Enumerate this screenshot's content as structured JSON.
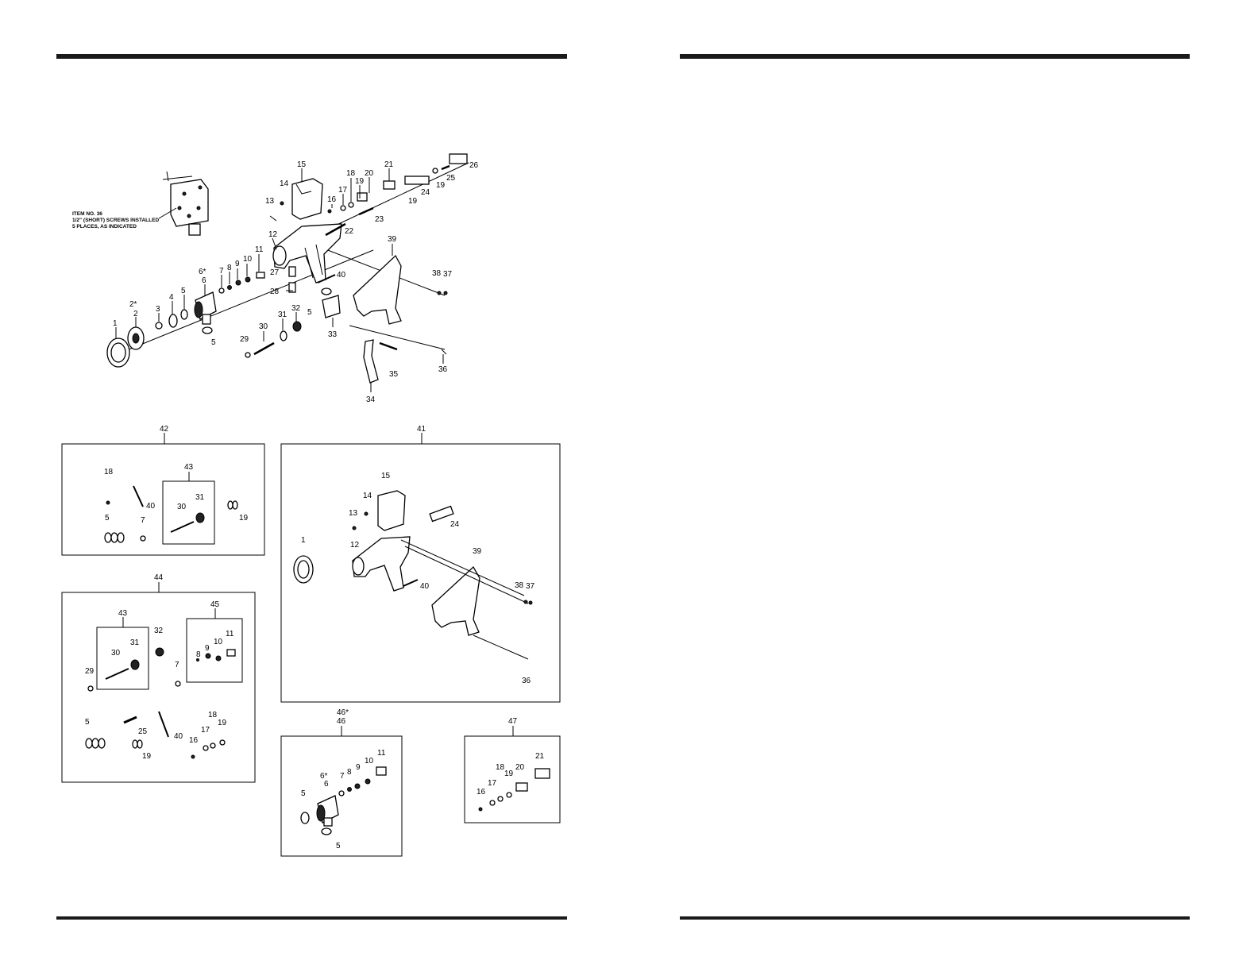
{
  "note": {
    "lines": [
      "ITEM NO. 36",
      "1/2\" (SHORT) SCREWS INSTALLED",
      "5 PLACES, AS INDICATED"
    ]
  },
  "main_callouts": [
    "1",
    "2",
    "2*",
    "3",
    "4",
    "5",
    "5",
    "5",
    "6",
    "6*",
    "7",
    "8",
    "9",
    "10",
    "11",
    "12",
    "13",
    "14",
    "15",
    "16",
    "17",
    "18",
    "19",
    "19",
    "19",
    "20",
    "21",
    "22",
    "23",
    "24",
    "25",
    "26",
    "27",
    "28",
    "29",
    "30",
    "31",
    "32",
    "33",
    "34",
    "35",
    "36",
    "37",
    "38",
    "39",
    "40"
  ],
  "kits": [
    {
      "label": "42",
      "callouts": [
        "18",
        "40",
        "5",
        "7",
        "19"
      ],
      "sub": {
        "label": "43",
        "callouts": [
          "30",
          "31"
        ]
      }
    },
    {
      "label": "41",
      "callouts": [
        "1",
        "12",
        "13",
        "14",
        "15",
        "24",
        "39",
        "38",
        "37",
        "36",
        "40"
      ]
    },
    {
      "label": "44",
      "callouts": [
        "29",
        "32",
        "7",
        "5",
        "25",
        "19",
        "40",
        "16",
        "17",
        "18",
        "19"
      ],
      "sub": {
        "label": "43",
        "callouts": [
          "30",
          "31"
        ]
      },
      "sub2": {
        "label": "45",
        "callouts": [
          "8",
          "9",
          "10",
          "11"
        ]
      }
    },
    {
      "label": "46",
      "label2": "46*",
      "callouts": [
        "5",
        "6",
        "6*",
        "7",
        "8",
        "9",
        "10",
        "11",
        "5"
      ]
    },
    {
      "label": "47",
      "callouts": [
        "16",
        "17",
        "18",
        "19",
        "20",
        "21"
      ]
    }
  ]
}
